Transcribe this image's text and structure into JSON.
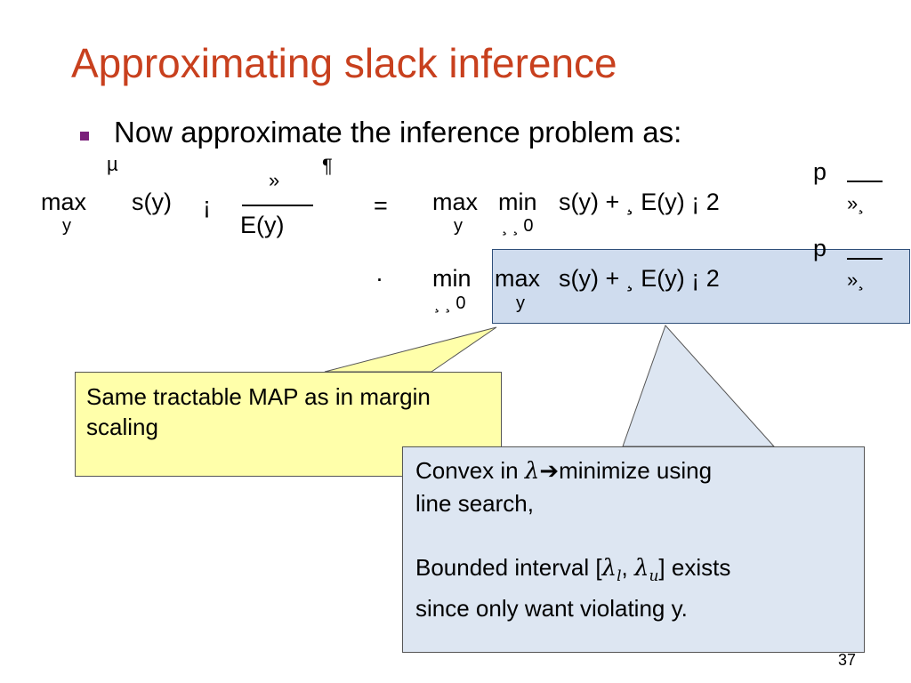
{
  "title": "Approximating slack inference",
  "bullet": "Now approximate the inference problem as:",
  "equation": {
    "bracket_top_left": "µ",
    "bracket_top_right": "¶",
    "lhs_max": "max",
    "lhs_max_sub": "y",
    "lhs_s": "s(y)",
    "lhs_minus": "¡",
    "lhs_num": "»",
    "lhs_den": "E(y)",
    "eq_sign": "=",
    "r1_max": "max",
    "r1_max_sub": "y",
    "r1_min": "min",
    "r1_min_sub": "¸ ¸ 0",
    "r1_expr": "s(y) + ¸ E(y) ¡ 2",
    "r1_p": "p",
    "r1_tail": "»¸",
    "le_sign": "·",
    "r2_min": "min",
    "r2_min_sub": "¸ ¸ 0",
    "r2_max": "max",
    "r2_max_sub": "y",
    "r2_expr": "s(y) + ¸ E(y) ¡ 2",
    "r2_p": "p",
    "r2_tail": "»¸"
  },
  "callouts": {
    "yellow": "Same tractable MAP as in margin scaling",
    "blue": {
      "line1_pre": "Convex in ",
      "line1_lambda": "λ",
      "line1_arrow": "➔",
      "line1_post": "minimize using",
      "line2": "line search,",
      "line3_pre": "Bounded interval [",
      "lambda_l": "λ",
      "l_sub": "l",
      "comma": ", ",
      "lambda_u": "λ",
      "u_sub": "u",
      "line3_post": "] exists",
      "line4": "since only want violating y."
    }
  },
  "slide_number": "37",
  "colors": {
    "title": "#c8401e",
    "bullet_marker": "#7a1f7a",
    "highlight": "#cfdcee",
    "callout_yellow": "#ffffaa",
    "callout_blue": "#dde6f2"
  }
}
